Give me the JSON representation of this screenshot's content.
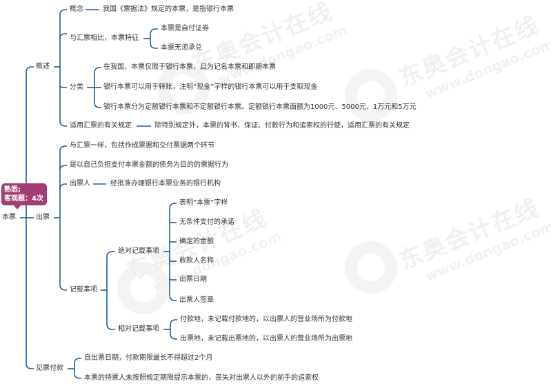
{
  "colors": {
    "line": "#1f5d96",
    "text": "#333333",
    "tag_bg": "#a23d73",
    "watermark": "#eeeeee"
  },
  "watermark": {
    "brand": "东奥会计在线",
    "url": "www.dongao.com"
  },
  "tag": {
    "line1": "熟悉;",
    "line2": "客观题：4次"
  },
  "root": {
    "label": "本票"
  },
  "overview": {
    "label": "概述",
    "concept": {
      "label": "概念",
      "detail": "我国《票据法》规定的本票，是指银行本票"
    },
    "features": {
      "label": "与汇票相比，本票特征",
      "items": [
        "本票是自付证券",
        "本票无须承兑"
      ]
    },
    "classification": {
      "label": "分类",
      "items": [
        "在我国，本票仅限于银行本票，且为记名本票和即期本票",
        "银行本票可以用于转账，注明“现金”字样的银行本票可以用于支取现金",
        "银行本票分为定额银行本票和不定额银行本票。定额银行本票面额为1000元、5000元、1万元和5万元"
      ]
    },
    "applicable": {
      "label": "适用汇票的有关规定",
      "detail": "除特别规定外，本票的背书、保证、付款行为和追索权的行使，适用汇票的有关规定"
    }
  },
  "issuance": {
    "label": "出票",
    "item1": "与汇票一样，包括作成票据和交付票据两个环节",
    "item2": "是以自己负担支付本票金额的债务为目的的票据行为",
    "drawer": {
      "label": "出票人",
      "detail": "经批准办理银行本票业务的银行机构"
    },
    "records": {
      "label": "记载事项",
      "absolute": {
        "label": "绝对记载事项",
        "items": [
          "表明“本票”字样",
          "无条件支付的承诺",
          "确定的金额",
          "收款人名称",
          "出票日期",
          "出票人签章"
        ]
      },
      "relative": {
        "label": "相对记载事项",
        "items": [
          "付款地，未记载付款地的，以出票人的营业场所为付款地",
          "出票地，未记载出票地的，以出票人的营业场所为出票地"
        ]
      }
    }
  },
  "payment": {
    "label": "见票付款",
    "items": [
      "自出票日期，付款期限最长不得超过2个月",
      "本票的持票人未按照规定期限提示本票的，丧失对出票人以外的前手的追索权"
    ]
  }
}
